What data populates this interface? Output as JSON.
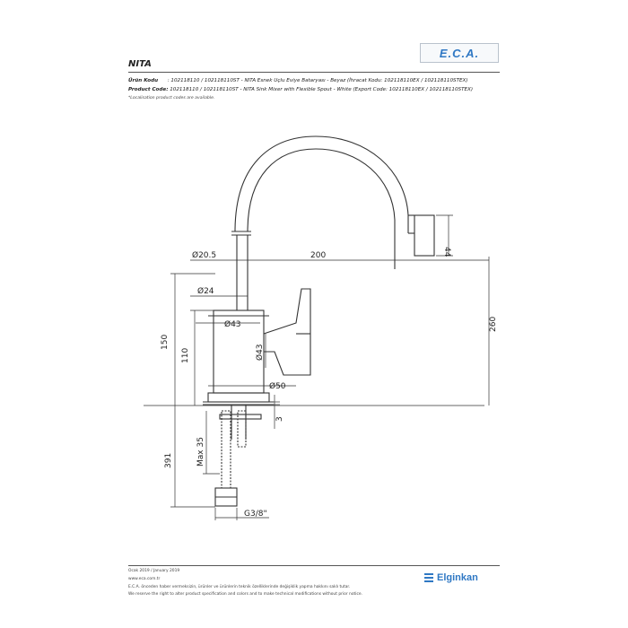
{
  "header": {
    "logo_text": "E.C.A.",
    "product_name": "NITA",
    "urun_kodu_label": "Ürün Kodu",
    "urun_kodu_value": ": 102118110 / 102118110ST - NITA Esnek Uçlu Eviye Bataryası - Beyaz (İhracat Kodu: 102118110EX / 102118110STEX)",
    "product_code_label": "Product Code:",
    "product_code_value": "102118110 / 102118110ST - NITA Sink Mixer with Flexible Spout - White (Export Code: 102118110EX / 102118110STEX)",
    "localization_note": "*Localisation product codes are available."
  },
  "dimensions": {
    "d_20_5": "Ø20.5",
    "d_200": "200",
    "d_44": "44",
    "d_24": "Ø24",
    "d_43a": "Ø43",
    "d_43b": "Ø43",
    "d_150": "150",
    "d_110": "110",
    "d_260": "260",
    "d_50": "Ø50",
    "d_3": "3",
    "d_max35": "Max 35",
    "d_391": "391",
    "d_g38": "G3/8\""
  },
  "footer": {
    "date": "Ocak 2019 / January 2019",
    "website": "www.eca.com.tr",
    "disclaimer_tr": "E.C.A. önceden haber vermeksizin, ürünler ve ürünlerin teknik özelliklerinde değişiklik yapma hakkını saklı tutar.",
    "disclaimer_en": "We reserve the right to alter product specification and colors and to make technical modifications without prior notice.",
    "brand": "Elginkan"
  },
  "colors": {
    "brand_blue": "#2f78c4",
    "line": "#333333"
  }
}
